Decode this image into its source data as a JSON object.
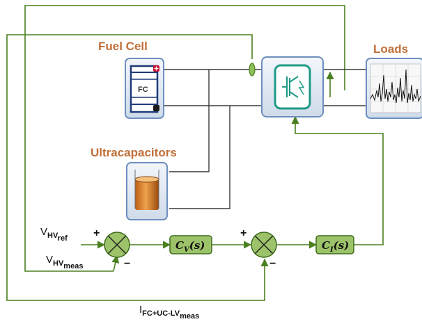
{
  "blocks": {
    "fuel_cell": {
      "label": "Fuel Cell",
      "inner_text": "FC"
    },
    "ultracapacitors": {
      "label": "Ultracapacitors"
    },
    "loads": {
      "label": "Loads"
    }
  },
  "signals": {
    "v_ref": {
      "main": "V",
      "sub": "HV",
      "subsub": "ref"
    },
    "v_meas": {
      "main": "V",
      "sub": "HV",
      "subsub": "meas"
    },
    "i_meas": {
      "main": "I",
      "sub": "FC+UC-LV",
      "subsub": "meas"
    }
  },
  "controllers": {
    "voltage": {
      "main": "C",
      "sub": "V",
      "arg": "(s)"
    },
    "current": {
      "main": "C",
      "sub": "I",
      "arg": "(s)"
    }
  },
  "signs": {
    "plus": "+",
    "minus": "−"
  },
  "colors": {
    "signal_line": "#4a7f1f",
    "power_line": "#3a3a3a",
    "block_fill": "#9dc36a",
    "block_border": "#3d6b1a",
    "label_orange": "#c0703a",
    "panel_fill": "#e8eef6",
    "panel_border": "#6d8fbf"
  },
  "icons": [
    "fuel-cell-icon",
    "ultracapacitor-icon",
    "converter-icon",
    "load-waveform-icon",
    "current-sensor-icon",
    "summing-junction-icon"
  ]
}
